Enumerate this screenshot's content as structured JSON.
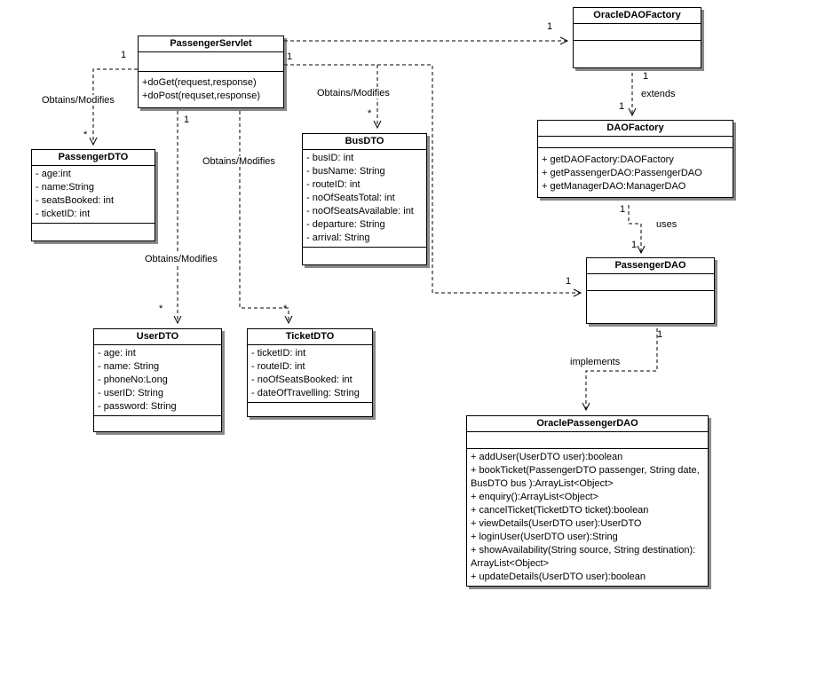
{
  "classes": [
    {
      "name": "PassengerServlet",
      "attributes": [],
      "methods": [
        "+doGet(request,response)",
        "+doPost(requset,response)"
      ]
    },
    {
      "name": "OracleDAOFactory",
      "attributes": [],
      "methods": []
    },
    {
      "name": "DAOFactory",
      "attributes": [],
      "methods": [
        "+ getDAOFactory:DAOFactory",
        "+ getPassengerDAO:PassengerDAO",
        "+ getManagerDAO:ManagerDAO"
      ]
    },
    {
      "name": "PassengerDTO",
      "attributes": [
        "- age:int",
        "- name:String",
        "- seatsBooked: int",
        "- ticketID: int"
      ],
      "methods": []
    },
    {
      "name": "BusDTO",
      "attributes": [
        "- busID: int",
        "- busName: String",
        "- routeID: int",
        "- noOfSeatsTotal: int",
        "- noOfSeatsAvailable: int",
        "- departure: String",
        "- arrival: String"
      ],
      "methods": []
    },
    {
      "name": "PassengerDAO",
      "attributes": [],
      "methods": []
    },
    {
      "name": "UserDTO",
      "attributes": [
        "- age: int",
        "- name: String",
        "- phoneNo:Long",
        "- userID: String",
        "- password: String"
      ],
      "methods": []
    },
    {
      "name": "TicketDTO",
      "attributes": [
        "- ticketID: int",
        "- routeID: int",
        "- noOfSeatsBooked: int",
        "- dateOfTravelling: String"
      ],
      "methods": []
    },
    {
      "name": "OraclePassengerDAO",
      "attributes": [],
      "methods": [
        "+ addUser(UserDTO user):boolean",
        "+ bookTicket(PassengerDTO passenger, String date, BusDTO bus ):ArrayList<Object>",
        "+ enquiry():ArrayList<Object>",
        "+ cancelTicket(TicketDTO ticket):boolean",
        "+ viewDetails(UserDTO user):UserDTO",
        "+ loginUser(UserDTO user):String",
        "+ showAvailability(String source, String destination): ArrayList<Object>",
        "+ updateDetails(UserDTO user):boolean"
      ]
    }
  ],
  "edge_labels": [
    {
      "text": "Obtains/Modifies"
    },
    {
      "text": "Obtains/Modifies"
    },
    {
      "text": "Obtains/Modifies"
    },
    {
      "text": "Obtains/Modifies"
    },
    {
      "text": "extends"
    },
    {
      "text": "uses"
    },
    {
      "text": "implements"
    }
  ],
  "multiplicities": [
    "1",
    "*",
    "1",
    "*",
    "1",
    "*",
    "*",
    "1",
    "1",
    "1",
    "1",
    "1",
    "1",
    "1"
  ]
}
